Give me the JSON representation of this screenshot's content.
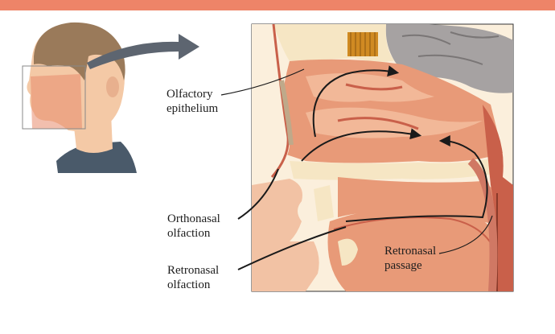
{
  "header": {
    "accent_color": "#ee8468"
  },
  "figure": {
    "labels": {
      "olfactory_epithelium": "Olfactory\nepithelium",
      "orthonasal_olfaction": "Orthonasal\nolfaction",
      "retronasal_olfaction": "Retronasal\nolfaction",
      "retronasal_passage": "Retronasal\npassage"
    },
    "colors": {
      "tissue": "#e89a78",
      "tissue_dark": "#c9604a",
      "nasal_cavity": "#f2b898",
      "bone": "#f6e6c4",
      "brain": "#a6a2a2",
      "hair": "#9a7a5a",
      "skin": "#f4c9a6",
      "shirt": "#4a5a6a",
      "receptor": "#d08a22",
      "arrow": "#1a1a1a",
      "pointer_arrow": "#5d6570"
    },
    "icons": [
      "head-profile-icon",
      "pointer-arrow-icon",
      "airflow-arrow-icon"
    ]
  }
}
